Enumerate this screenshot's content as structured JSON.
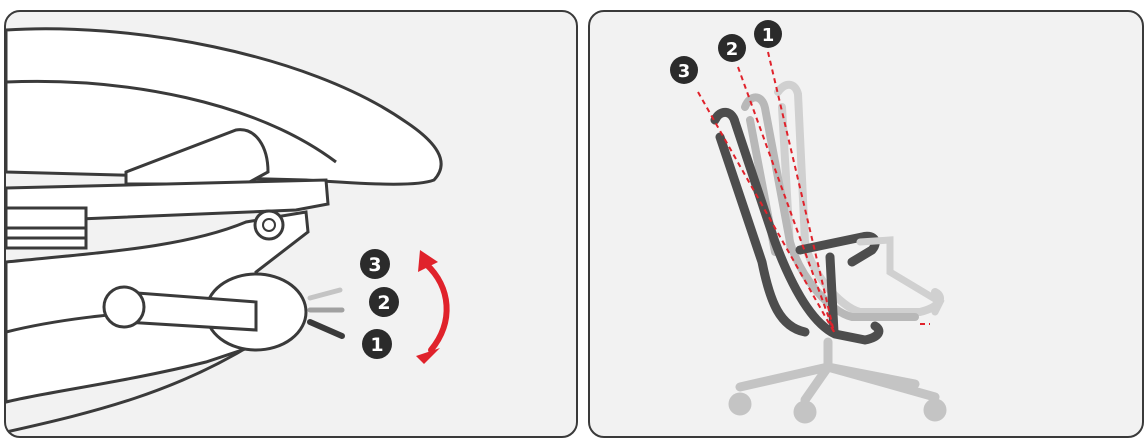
{
  "colors": {
    "background": "#f2f2f2",
    "outline": "#3a3a3a",
    "chair_dark": "#4d4d4d",
    "chair_light": "#c4c4c4",
    "accent_red": "#e0222b",
    "badge_fill": "#2b2b2b"
  },
  "left_panel": {
    "positions": [
      {
        "label": "3"
      },
      {
        "label": "2"
      },
      {
        "label": "1"
      }
    ],
    "arrow_icon": "double-headed-curved-arrow-icon"
  },
  "right_panel": {
    "positions": [
      {
        "label": "1"
      },
      {
        "label": "2"
      },
      {
        "label": "3"
      }
    ]
  }
}
